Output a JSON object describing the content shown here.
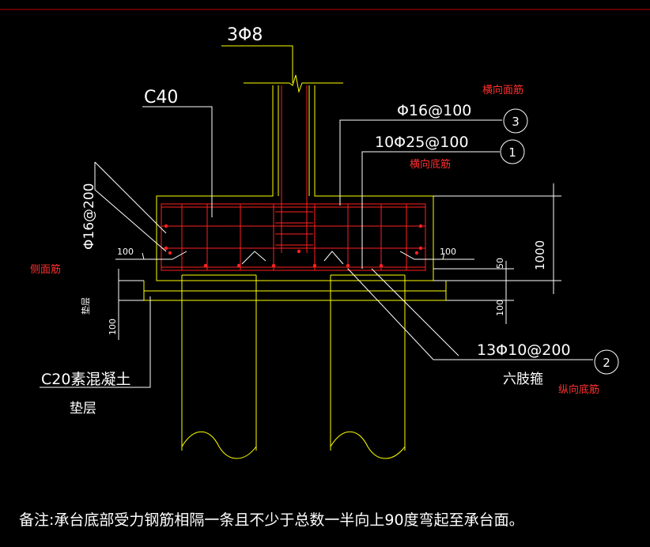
{
  "colors": {
    "background": "#000000",
    "outline": "#ffff00",
    "rebar": "#ff2020",
    "text": "#ffffff",
    "annotation": "#ff3030",
    "border": "#c00000"
  },
  "labels": {
    "column_rebar": "3Φ8",
    "concrete_grade": "C40",
    "top_rebar_spec": "Φ16@100",
    "bottom_rebar_spec": "10Φ25@100",
    "side_rebar_spec": "Φ16@200",
    "stirrup_spec": "13Φ10@200",
    "stirrup_type": "六肢箍",
    "cushion_concrete": "C20素混凝土",
    "cushion_layer": "垫层",
    "dim_cover_left": "100",
    "dim_cover_right": "100",
    "dim_height": "1000",
    "dim_50": "50",
    "dim_100_right": "100",
    "dim_100_left": "100",
    "sub_label": "垫层",
    "note": "备注:承台底部受力钢筋相隔一条且不少于总数一半向上90度弯起至承台面。"
  },
  "markers": {
    "m3": "3",
    "m1": "1",
    "m2": "2"
  },
  "annotations": {
    "transverse_top": "横向面筋",
    "transverse_bottom": "横向底筋",
    "side": "侧面筋",
    "longitudinal_bottom": "纵向底筋"
  }
}
